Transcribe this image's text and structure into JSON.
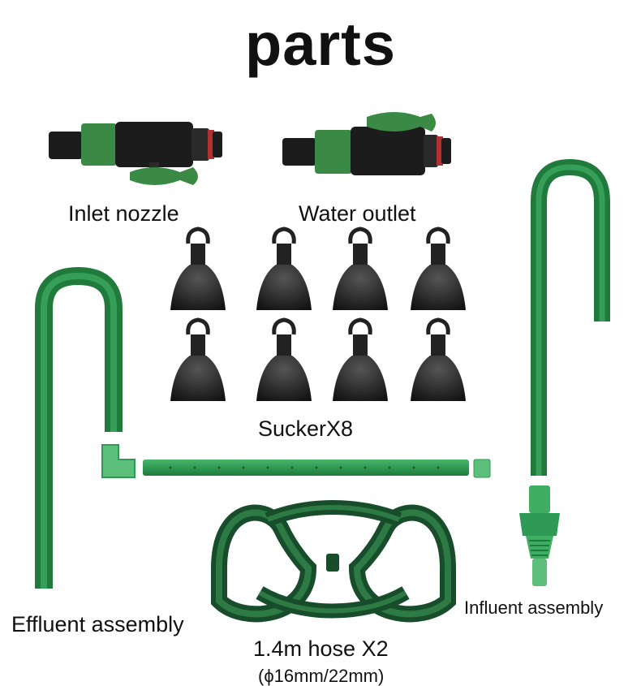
{
  "title": "parts",
  "labels": {
    "inlet": "Inlet nozzle",
    "outlet": "Water outlet",
    "sucker": "SuckerX8",
    "effluent": "Effluent assembly",
    "influent": "Influent assembly",
    "hose": "1.4m hose X2",
    "hose_size": "(ϕ16mm/22mm)"
  },
  "colors": {
    "tube_green": "#2f9a55",
    "tube_dark": "#1f7a3c",
    "hose_green": "#1e5e34",
    "valve_black": "#1c1c1c",
    "sucker_black": "#222222",
    "fitting_green": "#3a8a45",
    "seal_red": "#b23030"
  }
}
